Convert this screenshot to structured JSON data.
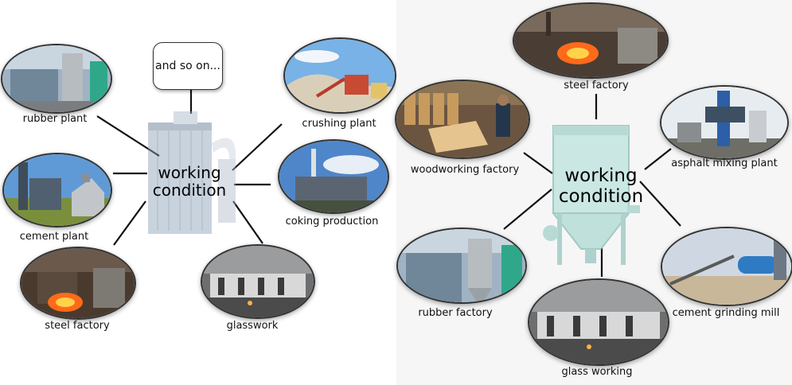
{
  "left": {
    "center": {
      "line1": "working",
      "line2": "condition"
    },
    "bubble": "and so on...",
    "nodes": [
      {
        "label": "rubber plant"
      },
      {
        "label": "cement plant"
      },
      {
        "label": "steel factory"
      },
      {
        "label": "glasswork"
      },
      {
        "label": "coking production"
      },
      {
        "label": "crushing plant"
      }
    ]
  },
  "right": {
    "center": {
      "line1": "working",
      "line2": "condition"
    },
    "nodes": [
      {
        "label": "steel factory"
      },
      {
        "label": "woodworking factory"
      },
      {
        "label": "asphalt mixing plant"
      },
      {
        "label": "rubber factory"
      },
      {
        "label": "glass working"
      },
      {
        "label": "cement grinding mill"
      }
    ]
  }
}
